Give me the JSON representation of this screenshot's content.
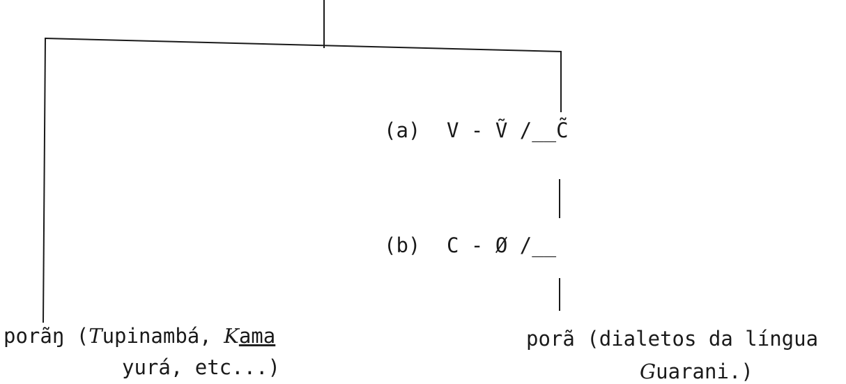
{
  "tree": {
    "rule_a": {
      "marker": "(a)",
      "text": "V - Ṽ /__C̃"
    },
    "rule_b": {
      "marker": "(b)",
      "text": "C - Ø /__"
    },
    "left_leaf": {
      "line1_word": "porãŋ (",
      "line1_T": "T",
      "line1_rest": "upinambá, ",
      "line1_K": "K",
      "line1_ama": "ama",
      "line2": "yurá, etc...)"
    },
    "right_leaf": {
      "line1": "porã (dialetos da língua",
      "line2_G": "G",
      "line2_rest": "uarani.)"
    }
  }
}
